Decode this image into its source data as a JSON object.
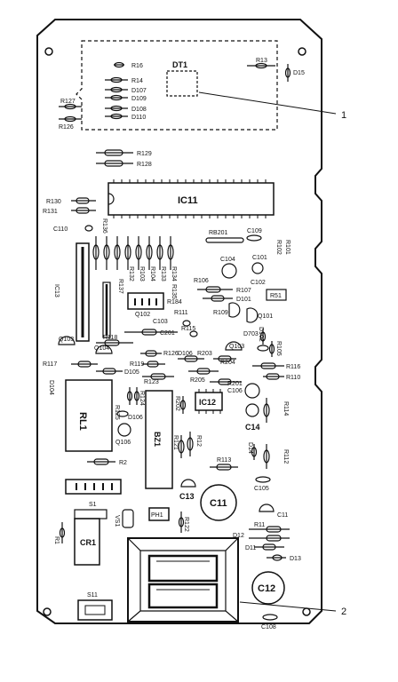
{
  "diagram": {
    "callouts": {
      "one": "1",
      "two": "2"
    },
    "components": {
      "dt1": "DT1",
      "ic11": "IC11",
      "ic12": "IC12",
      "ic13": "IC13",
      "rl1": "RL1",
      "bz1": "BZ1",
      "cr1": "CR1",
      "s1": "S1",
      "s11": "S11",
      "ph1": "PH1",
      "c11": "C11",
      "c12": "C12",
      "c13": "C13",
      "c14": "C14",
      "r51": "R51"
    },
    "top_block": {
      "r16": "R16",
      "r14": "R14",
      "d107": "D107",
      "d109": "D109",
      "d108": "D108",
      "d110": "D110",
      "r127": "R127",
      "r126": "R126",
      "r13": "R13",
      "d15": "D15"
    },
    "upper_labels": {
      "r129": "R129",
      "r128": "R128",
      "r130": "R130",
      "r131": "R131",
      "c110": "C110",
      "r136": "R136",
      "rb201": "RB201",
      "c109": "C109",
      "r102": "R102",
      "r101": "R101",
      "c101": "C101",
      "c104": "C104",
      "c102": "C102",
      "r106": "R106",
      "r107": "R107",
      "d101": "D101",
      "r137": "R137",
      "r132": "R132",
      "r103": "R103",
      "r104": "R104",
      "r133": "R133",
      "r134": "R134",
      "r135": "R135",
      "r184": "R184",
      "q102": "Q102",
      "c103": "C103",
      "r111": "R111",
      "r115": "R115",
      "r109": "R109",
      "q101": "Q101"
    },
    "middle_labels": {
      "q103": "Q103",
      "q104": "Q104",
      "c201": "C201",
      "r118": "R118",
      "r117": "R117",
      "d105": "D105",
      "r119": "R119",
      "r126b": "R126",
      "d106": "D106",
      "r203": "R203",
      "r204": "R204",
      "q103b": "Q103",
      "d703": "D703",
      "d102": "D102",
      "r105": "R105",
      "r116": "R116",
      "r110": "R110",
      "r123": "R123",
      "r205": "R205",
      "r201": "R201",
      "c106": "C106",
      "d104": "D104"
    },
    "lower_labels": {
      "r125": "R125",
      "r124": "R124",
      "d106b": "D106",
      "q106": "Q106",
      "r202": "R202",
      "r121": "R121",
      "r12": "R12",
      "r114": "R114",
      "d14": "D14",
      "r112": "R112",
      "r2": "R2",
      "r113": "R113",
      "c105": "C105",
      "r1": "R1",
      "r122": "R122",
      "vs1": "VS1",
      "r11": "R11",
      "d12": "D12",
      "d11": "D11",
      "d13": "D13",
      "c108": "C108"
    }
  }
}
